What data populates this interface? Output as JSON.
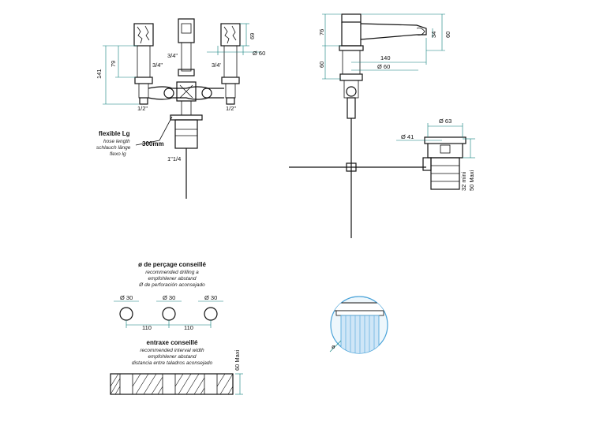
{
  "front_view": {
    "dims": {
      "handle_h": "69",
      "body_h": "79",
      "total_h": "141",
      "dia": "Ø 60",
      "thread_left": "3/4\"",
      "thread_center": "3/4\"",
      "thread_right": "3/4'",
      "bottom_left": "1/2\"",
      "bottom_right": "1/2\"",
      "waste_thread": "1\"1/4"
    },
    "hose_title": "flexible Lg",
    "hose_lines": [
      "hose length",
      "schlauch länge",
      "flexo lg"
    ],
    "hose_len": "300mm"
  },
  "side_view": {
    "dims": {
      "top_h": "76",
      "right_h": "60",
      "spout_h": "34",
      "base_h": "60",
      "reach": "140",
      "dia": "Ø 60"
    }
  },
  "waste_view": {
    "dims": {
      "top_dia": "Ø 63",
      "hole_dia": "Ø 41",
      "thick": "32 mini",
      "thick_max": "50 Maxi"
    }
  },
  "drilling": {
    "title": "ø de perçage conseillé",
    "lines": [
      "recommended drilling a",
      "empfohlener abstand",
      "Ø de perforación aconsejado"
    ],
    "hole_dia": "Ø 30",
    "spacing": "110"
  },
  "interval": {
    "title": "entraxe conseillé",
    "lines": [
      "recommended interval width",
      "empfohlener abstand",
      "distancia entre taladros aconsejado"
    ],
    "max": "60 Maxi"
  },
  "detail": {
    "symbol": "ø"
  }
}
